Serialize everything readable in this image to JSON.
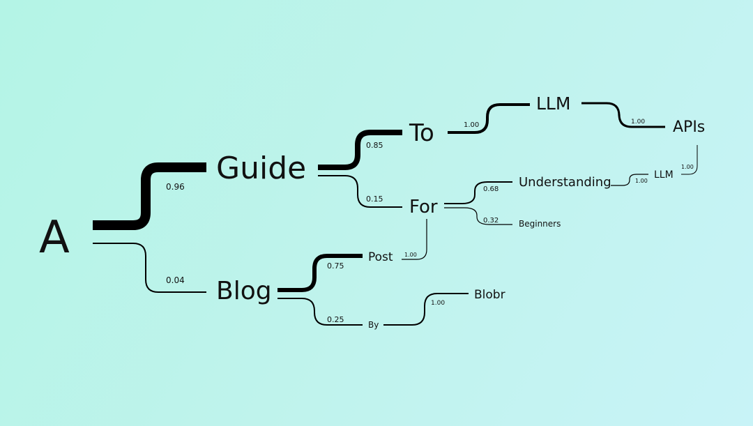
{
  "colors": {
    "ink": "#000000",
    "background_start": "#b4f4e6",
    "background_end": "#c8f3f7"
  },
  "nodes": {
    "A": "A",
    "Guide": "Guide",
    "Blog": "Blog",
    "To": "To",
    "For": "For",
    "LLM_1": "LLM",
    "APIs": "APIs",
    "Understanding": "Understanding",
    "LLM_2": "LLM",
    "Beginners": "Beginners",
    "Post": "Post",
    "By": "By",
    "Blobr": "Blobr"
  },
  "edges": [
    {
      "from": "A",
      "to": "Guide",
      "prob": "0.96",
      "p": 0.96
    },
    {
      "from": "A",
      "to": "Blog",
      "prob": "0.04",
      "p": 0.04
    },
    {
      "from": "Guide",
      "to": "To",
      "prob": "0.85",
      "p": 0.85
    },
    {
      "from": "Guide",
      "to": "For",
      "prob": "0.15",
      "p": 0.15
    },
    {
      "from": "To",
      "to": "LLM_1",
      "prob": "1.00",
      "p": 1.0
    },
    {
      "from": "LLM_1",
      "to": "APIs",
      "prob": "1.00",
      "p": 1.0
    },
    {
      "from": "For",
      "to": "Understanding",
      "prob": "0.68",
      "p": 0.68
    },
    {
      "from": "For",
      "to": "Beginners",
      "prob": "0.32",
      "p": 0.32
    },
    {
      "from": "Understanding",
      "to": "LLM_2",
      "prob": "1.00",
      "p": 1.0
    },
    {
      "from": "LLM_2",
      "to": "APIs",
      "prob": "1.00",
      "p": 1.0
    },
    {
      "from": "Blog",
      "to": "Post",
      "prob": "0.75",
      "p": 0.75
    },
    {
      "from": "Blog",
      "to": "By",
      "prob": "0.25",
      "p": 0.25
    },
    {
      "from": "Post",
      "to": "For",
      "prob": "1.00",
      "p": 1.0
    },
    {
      "from": "By",
      "to": "Blobr",
      "prob": "1.00",
      "p": 1.0
    }
  ]
}
